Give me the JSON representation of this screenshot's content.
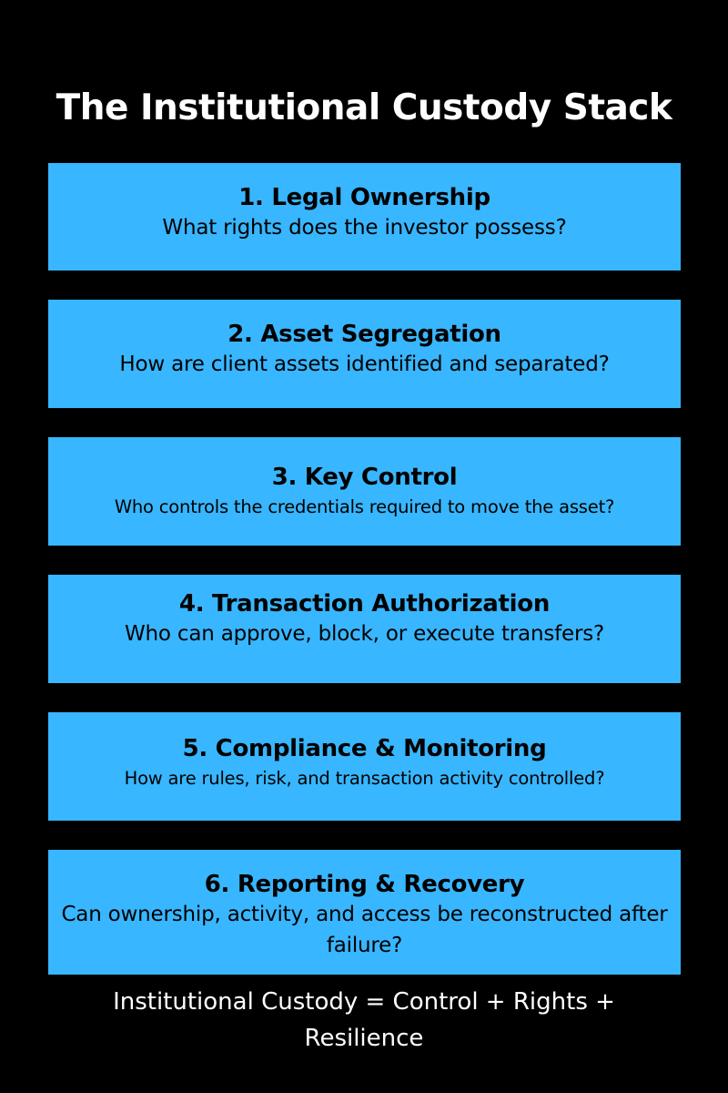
{
  "title": "The Institutional Custody Stack",
  "layers": [
    {
      "title": "1. Legal Ownership",
      "question": "What rights does the investor possess?"
    },
    {
      "title": "2. Asset Segregation",
      "question": "How are client assets identified and separated?"
    },
    {
      "title": "3. Key Control",
      "question": "Who controls the credentials required to move the asset?"
    },
    {
      "title": "4. Transaction Authorization",
      "question": "Who can approve, block, or execute transfers?"
    },
    {
      "title": "5. Compliance & Monitoring",
      "question": "How are rules, risk, and transaction activity controlled?"
    },
    {
      "title": "6. Reporting & Recovery",
      "question": "Can ownership, activity, and access be reconstructed after failure?"
    }
  ],
  "footer": "Institutional Custody = Control + Rights + Resilience",
  "colors": {
    "background": "#000000",
    "layer_fill": "#38b6ff",
    "layer_text": "#000000",
    "title_text": "#ffffff"
  }
}
